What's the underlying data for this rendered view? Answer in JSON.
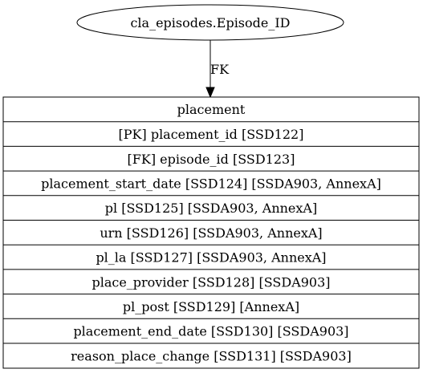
{
  "diagram": {
    "source_node": "cla_episodes.Episode_ID",
    "edge_label": "FK",
    "table": {
      "title": "placement",
      "fields": [
        "[PK] placement_id [SSD122]",
        "[FK] episode_id [SSD123]",
        "placement_start_date [SSD124] [SSDA903, AnnexA]",
        "pl [SSD125] [SSDA903, AnnexA]",
        "urn [SSD126] [SSDA903, AnnexA]",
        "pl_la [SSD127] [SSDA903, AnnexA]",
        "place_provider [SSD128] [SSDA903]",
        "pl_post [SSD129] [AnnexA]",
        "placement_end_date [SSD130] [SSDA903]",
        "reason_place_change [SSD131] [SSDA903]"
      ]
    }
  }
}
